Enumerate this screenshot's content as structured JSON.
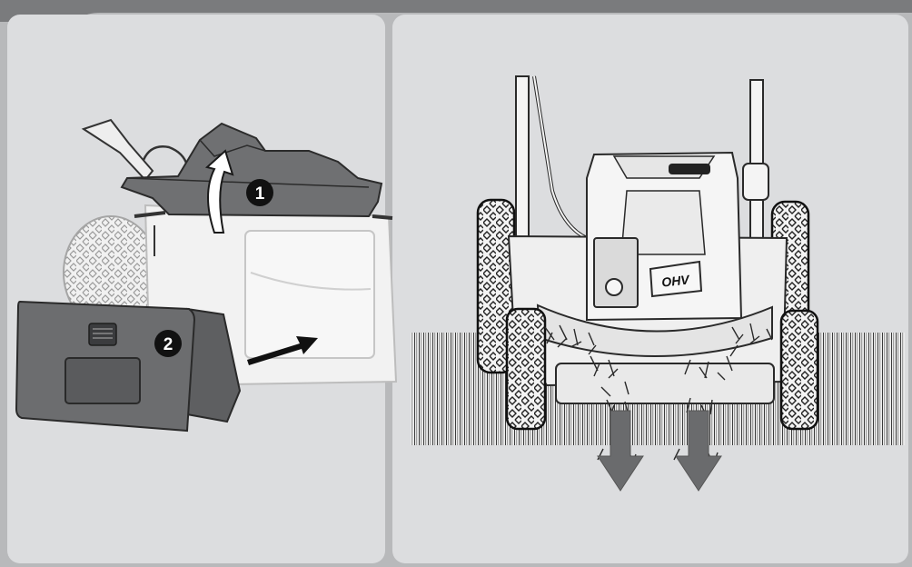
{
  "figure": {
    "panel_left": {
      "step_1": "1",
      "step_2": "2"
    },
    "panel_right": {
      "engine_badge": "OHV"
    }
  }
}
